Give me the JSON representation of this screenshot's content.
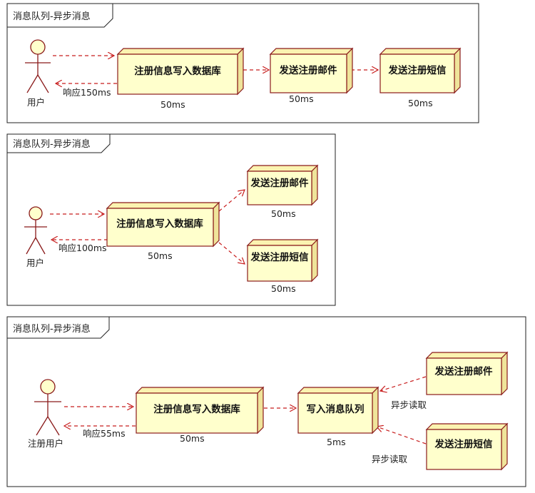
{
  "diagrams": [
    {
      "title": "消息队列-异步消息",
      "actor": "用户",
      "response": "响应150ms",
      "nodes": [
        {
          "label": "注册信息写入数据库",
          "time": "50ms"
        },
        {
          "label": "发送注册邮件",
          "time": "50ms"
        },
        {
          "label": "发送注册短信",
          "time": "50ms"
        }
      ]
    },
    {
      "title": "消息队列-异步消息",
      "actor": "用户",
      "response": "响应100ms",
      "nodes": [
        {
          "label": "注册信息写入数据库",
          "time": "50ms"
        },
        {
          "label": "发送注册邮件",
          "time": "50ms"
        },
        {
          "label": "发送注册短信",
          "time": "50ms"
        }
      ]
    },
    {
      "title": "消息队列-异步消息",
      "actor": "注册用户",
      "response": "响应55ms",
      "nodes": [
        {
          "label": "注册信息写入数据库",
          "time": "50ms"
        },
        {
          "label": "写入消息队列",
          "time": "5ms"
        },
        {
          "label": "发送注册邮件",
          "time": ""
        },
        {
          "label": "发送注册短信",
          "time": ""
        }
      ],
      "edge_labels": [
        "异步读取",
        "异步读取"
      ]
    }
  ]
}
